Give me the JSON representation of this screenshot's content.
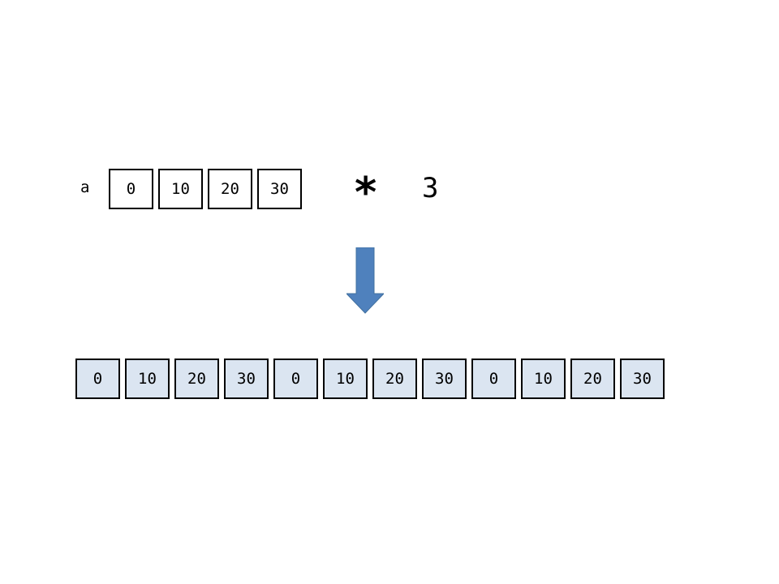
{
  "variable_label": "a",
  "source_values": [
    "0",
    "10",
    "20",
    "30"
  ],
  "operator": "*",
  "multiplier": "3",
  "result_values": [
    "0",
    "10",
    "20",
    "30",
    "0",
    "10",
    "20",
    "30",
    "0",
    "10",
    "20",
    "30"
  ],
  "colors": {
    "arrow": "#4f81bd",
    "result_cell_fill": "#dbe5f1",
    "cell_border": "#000000"
  },
  "icons": {
    "arrow": "arrow-down-icon"
  }
}
